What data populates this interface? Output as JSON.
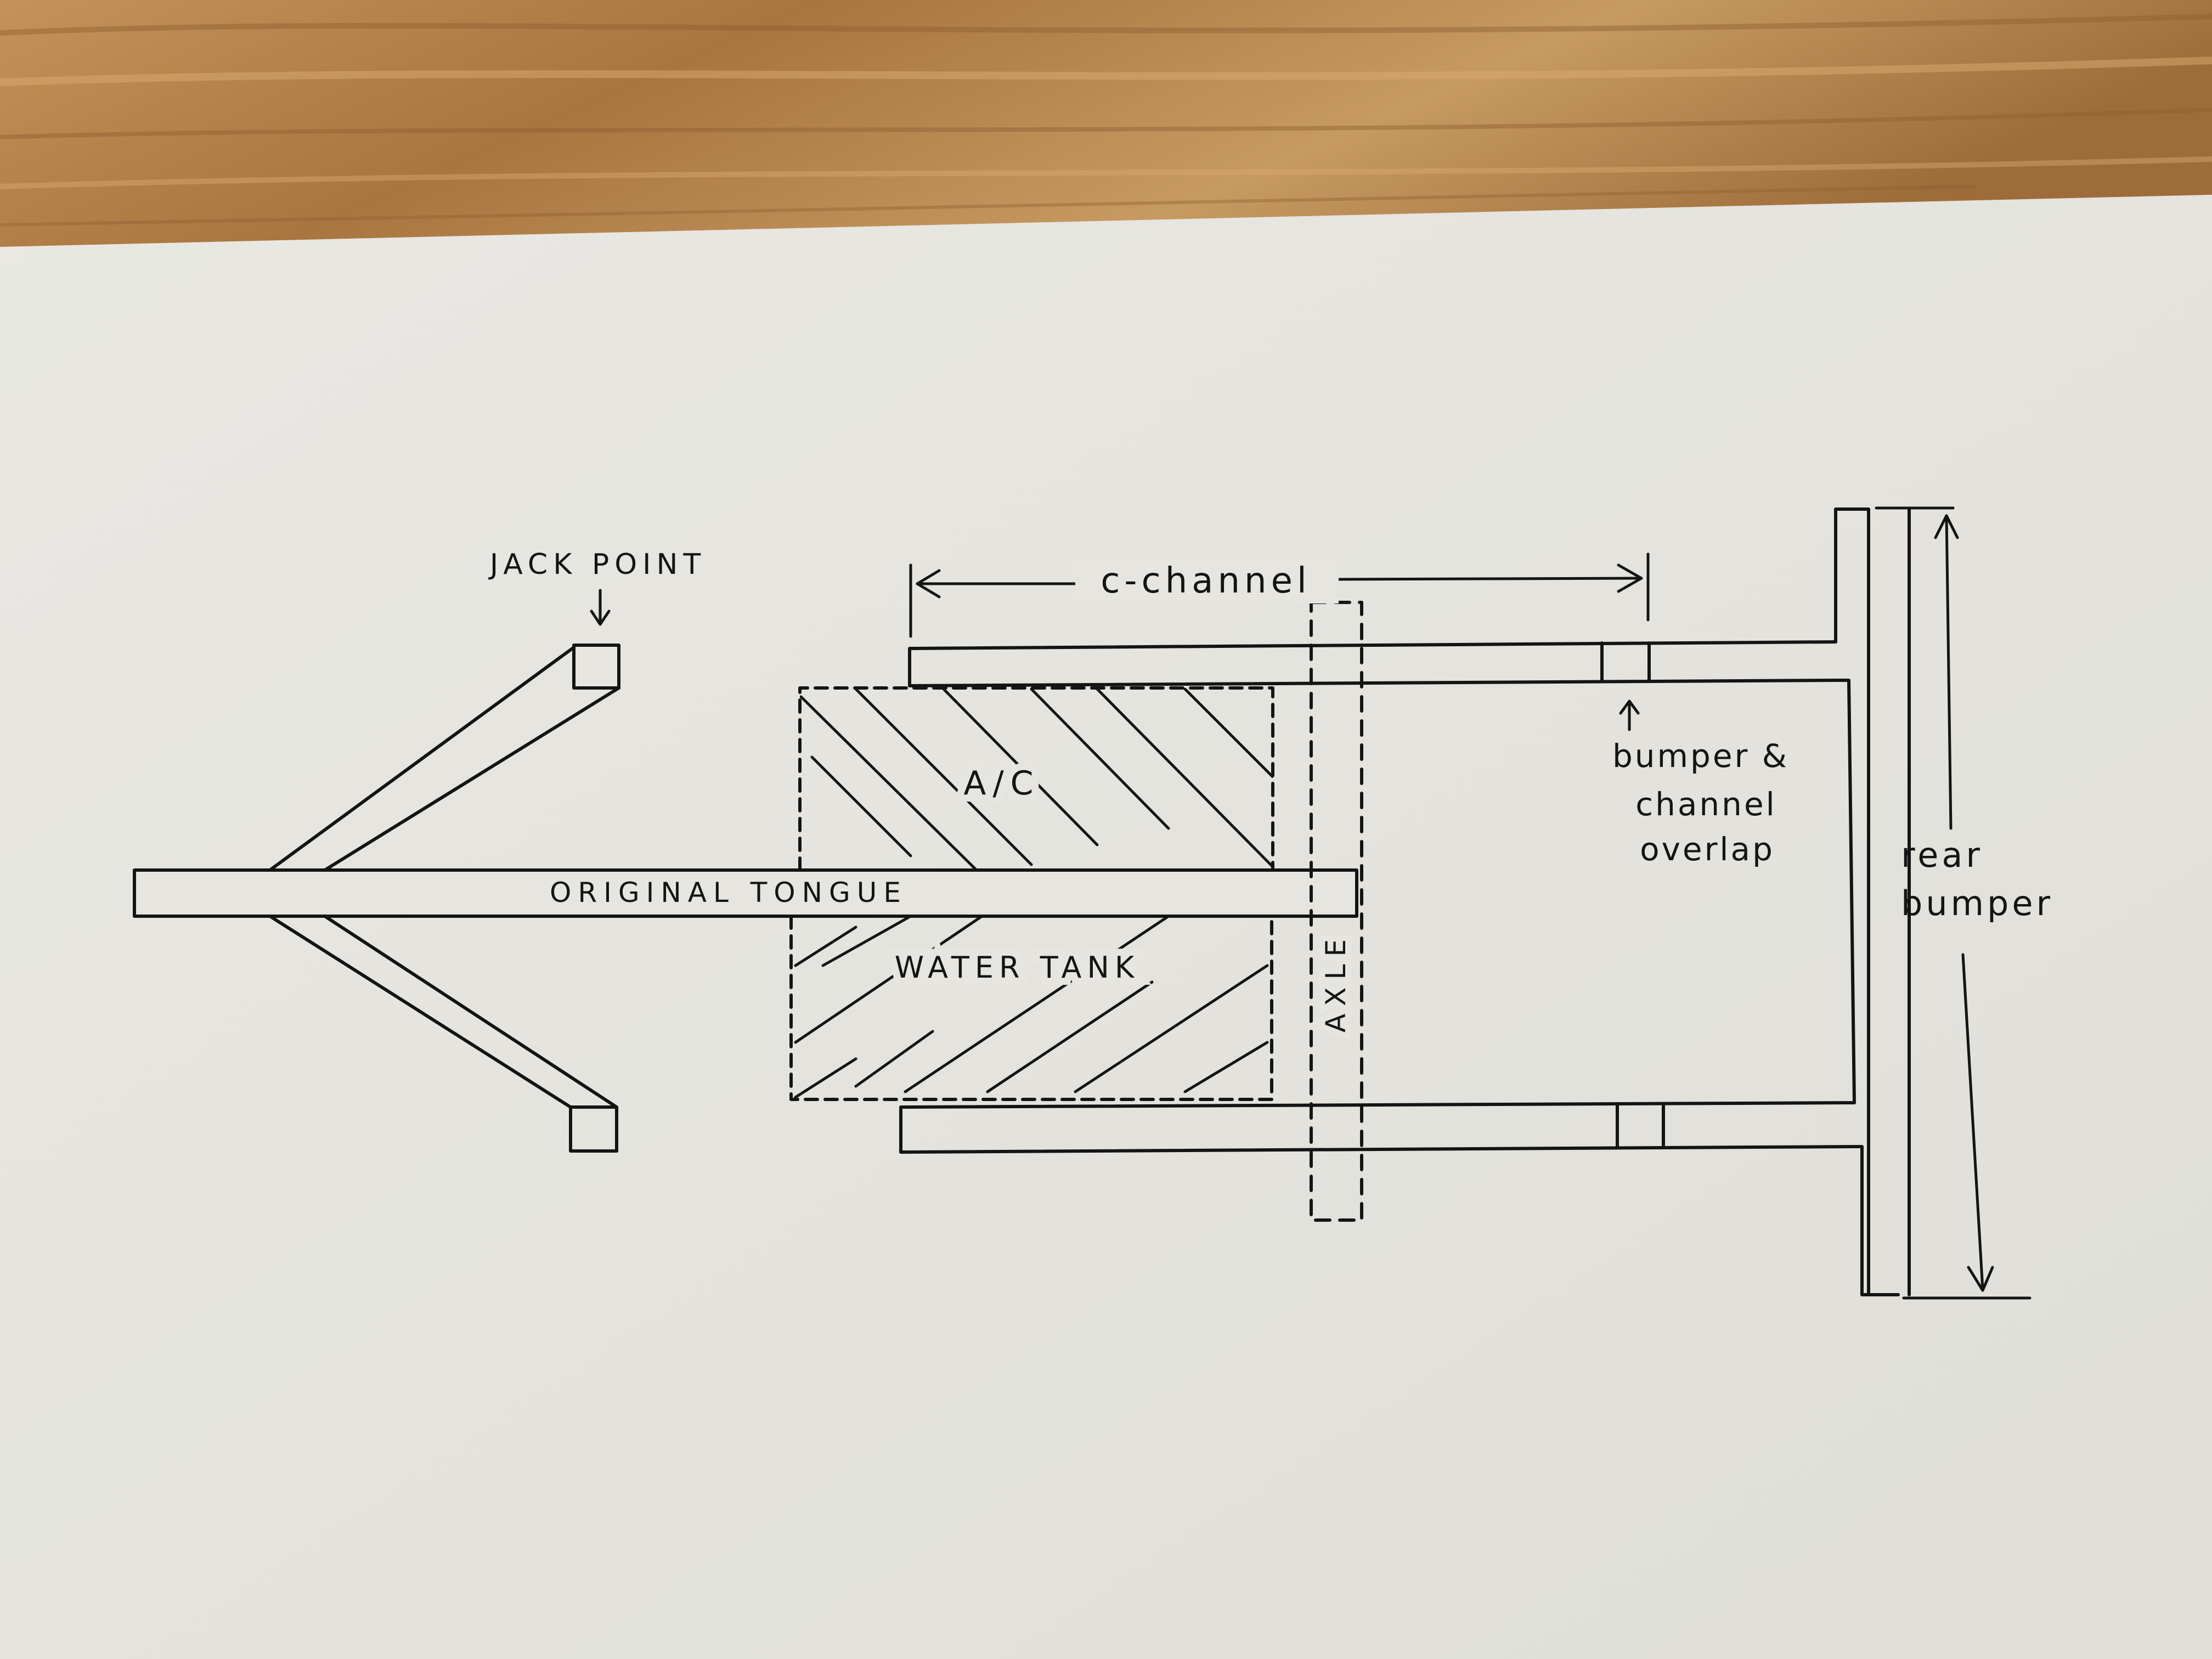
{
  "diagram": {
    "labels": {
      "jack_point": "JACK POINT",
      "c_channel": "c-channel",
      "ac": "A/C",
      "original_tongue": "ORIGINAL TONGUE",
      "water_tank": "WATER TANK",
      "axle": "AXLE",
      "bumper_overlap_line1": "bumper &",
      "bumper_overlap_line2": "channel",
      "bumper_overlap_line3": "overlap",
      "rear_bumper_line1": "rear",
      "rear_bumper_line2": "bumper"
    }
  },
  "colors": {
    "paper": "#e6e5e0",
    "wood": "#b98a4f",
    "ink": "#141414"
  }
}
